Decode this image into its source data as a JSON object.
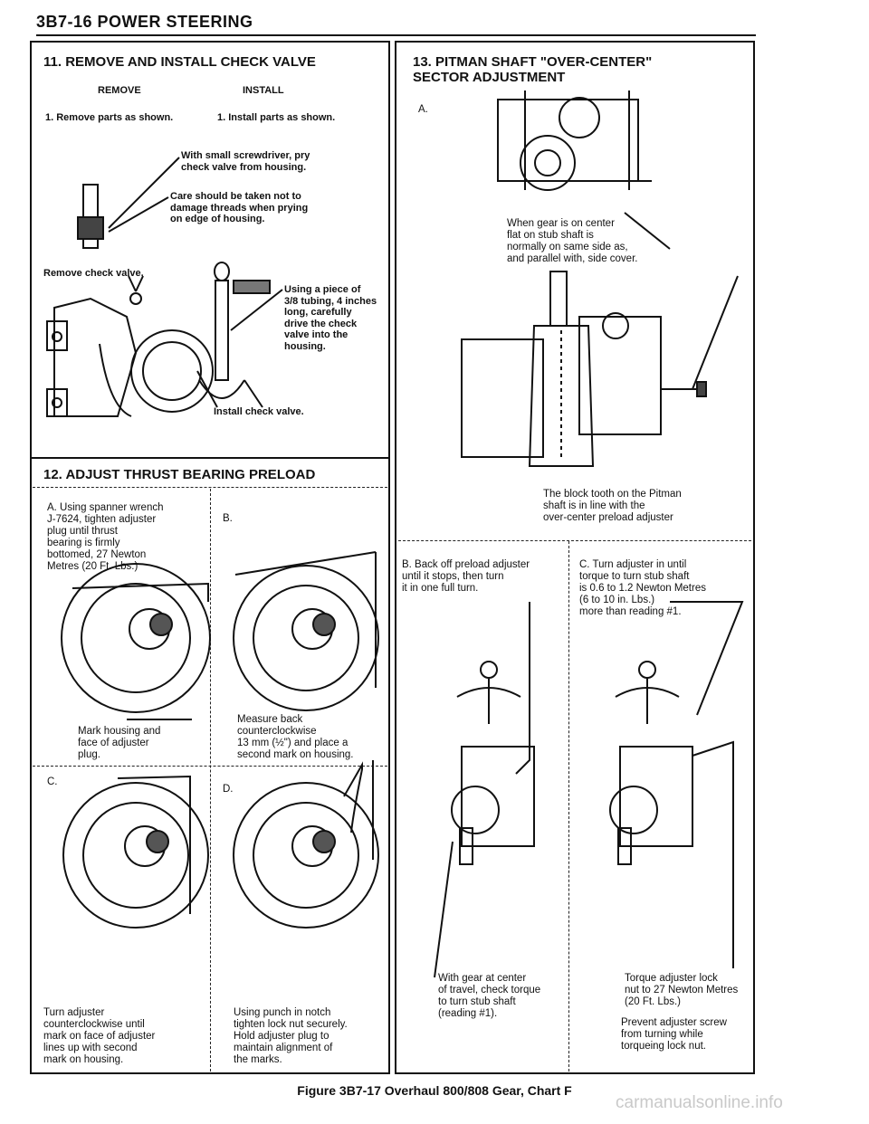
{
  "header": {
    "title": "3B7-16 POWER STEERING"
  },
  "sec11": {
    "title": "11. REMOVE AND INSTALL CHECK VALVE",
    "remove_heading": "REMOVE",
    "install_heading": "INSTALL",
    "remove_step": "1. Remove parts as shown.",
    "install_step": "1. Install parts as shown.",
    "note_screwdriver": "With small screwdriver, pry\ncheck valve from housing.",
    "note_care": "Care should be taken not to\ndamage threads when prying\non edge of housing.",
    "label_remove": "Remove check valve.",
    "note_tubing": "Using a piece of\n3/8 tubing, 4 inches\nlong, carefully\ndrive the check\nvalve into the\nhousing.",
    "label_install": "Install check valve."
  },
  "sec12": {
    "title": "12. ADJUST THRUST BEARING PRELOAD",
    "a_text": "A. Using spanner wrench\nJ-7624, tighten adjuster\nplug until thrust\nbearing is firmly\nbottomed, 27 Newton\nMetres (20 Ft. Lbs.)",
    "a_mark": "Mark housing and\nface of adjuster\nplug.",
    "b_label": "B.",
    "b_text": "Measure back\ncounterclockwise\n13 mm (½\") and place a\nsecond mark on housing.",
    "c_label": "C.",
    "c_text": "Turn adjuster\ncounterclockwise until\nmark on face of adjuster\nlines up with second\nmark on housing.",
    "d_label": "D.",
    "d_text": "Using punch in notch\ntighten lock nut securely.\nHold adjuster plug to\nmaintain alignment of\nthe marks."
  },
  "sec13": {
    "title": "13. PITMAN SHAFT \"OVER-CENTER\"\nSECTOR ADJUSTMENT",
    "a_label": "A.",
    "a_note1": "When gear is on center\nflat on stub shaft is\nnormally on same side as,\nand parallel with, side cover.",
    "a_note2": "The block tooth on the Pitman\nshaft is in line with the\nover-center preload adjuster",
    "b_text": "B. Back off preload adjuster\nuntil it stops, then turn\nit in one full turn.",
    "b_note": "With gear at center\nof travel, check torque\nto turn stub shaft\n(reading #1).",
    "c_text": "C. Turn adjuster in until\ntorque to turn stub shaft\nis 0.6 to 1.2 Newton Metres\n(6 to 10 in. Lbs.)\nmore than reading #1.",
    "c_note1": "Torque adjuster lock\nnut to 27 Newton Metres\n(20 Ft. Lbs.)",
    "c_note2": "Prevent adjuster screw\nfrom turning while\ntorqueing lock nut."
  },
  "caption": "Figure 3B7-17 Overhaul 800/808 Gear, Chart F",
  "watermark": "carmanualsonline.info"
}
